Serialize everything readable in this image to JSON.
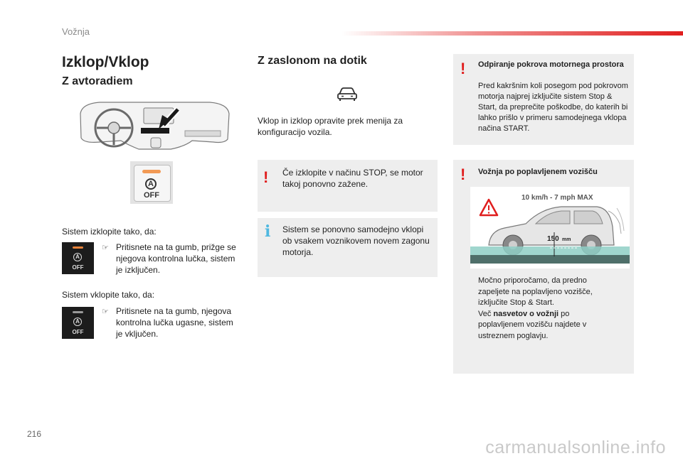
{
  "header": {
    "section_title": "Vožnja",
    "page_number": "216"
  },
  "left": {
    "title": "Izklop/Vklop",
    "subtitle": "Z avtoradiem",
    "off_intro": "Sistem izklopite tako, da:",
    "off_step": "Pritisnete na ta gumb, prižge se njegova kontrolna lučka, sistem je izključen.",
    "on_intro": "Sistem vklopite tako, da:",
    "on_step": "Pritisnete na ta gumb, njegova kontrolna lučka ugasne, sistem je vključen.",
    "bullet": "",
    "button_label": "OFF",
    "button_letter": "A"
  },
  "middle": {
    "title": "Z zaslonom na dotik",
    "intro": "Vklop in izklop opravite prek menija za konfiguracijo vozila.",
    "warning": "Če izklopite v načinu STOP, se motor takoj ponovno zažene.",
    "info": "Sistem se ponovno samodejno vklopi ob vsakem voznikovem novem zagonu motorja."
  },
  "right": {
    "warn1_title": "Odpiranje pokrova motornega prostora",
    "warn1_text": "Pred kakršnim koli posegom pod pokrovom motorja najprej izključite sistem Stop & Start, da preprečite poškodbe, do katerih bi lahko prišlo v primeru samodejnega vklopa načina START.",
    "warn2_title": "Vožnja po poplavljenem vozišču",
    "flood_speed": "10 km/h - 7 mph  MAX",
    "flood_depth": "150",
    "flood_unit": "mm",
    "warn2_p1": "Močno priporočamo, da predno zapeljete na poplavljeno vozišče, izključite Stop & Start.",
    "warn2_p2_pre": "Več ",
    "warn2_p2_bold": "nasvetov o vožnji",
    "warn2_p2_post": " po poplavljenem vozišču najdete v ustreznem poglavju."
  },
  "footer": {
    "watermark": "carmanualsonline.info"
  },
  "colors": {
    "accent_red": "#e01e1e",
    "info_blue": "#4fb8e0",
    "box_grey": "#eeeeee"
  },
  "icons": {
    "warning": "exclamation-icon",
    "info": "info-icon",
    "car": "car-icon",
    "bullet": "pointing-finger-icon"
  }
}
